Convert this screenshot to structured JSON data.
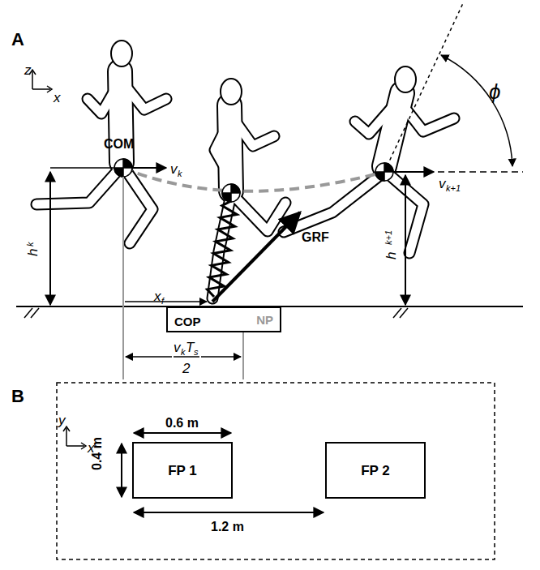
{
  "diagram": {
    "nodes": [
      {
        "text": [
          "COP",
          "NP"
        ]
      },
      {
        "text": [
          "FP 1"
        ]
      },
      {
        "text": [
          "FP 2"
        ]
      }
    ],
    "labels": [
      "A",
      "z",
      "x",
      "COM",
      "v",
      "k",
      "h",
      "k",
      "x",
      "f",
      "GRF",
      "ϕ",
      "v",
      "k+1",
      "h",
      "k+1",
      "v",
      "k",
      "T",
      "s",
      "2",
      "B",
      "y",
      "x",
      "0.6 m",
      "0.4 m",
      "1.2 m"
    ]
  }
}
